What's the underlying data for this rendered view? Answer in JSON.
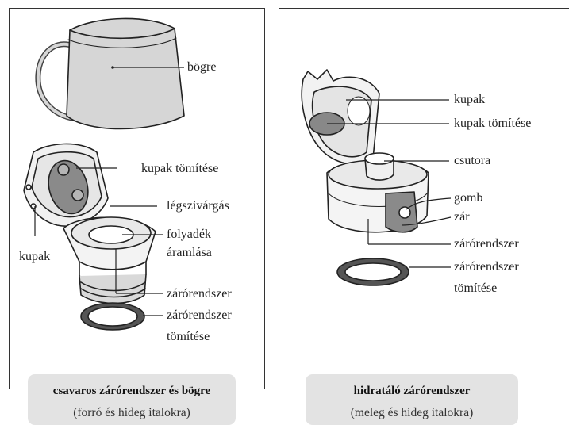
{
  "left_panel": {
    "labels": {
      "mug": "bögre",
      "cap_seal": "kupak tömítése",
      "air_leak": "légszivárgás",
      "flow_line1": "folyadék",
      "flow_line2": "áramlása",
      "cap": "kupak",
      "closure": "zárórendszer",
      "closure_seal_line1": "zárórendszer",
      "closure_seal_line2": "tömítése"
    },
    "caption_title": "csavaros zárórendszer és bögre",
    "caption_sub": "(forró és hideg italokra)"
  },
  "right_panel": {
    "labels": {
      "cap": "kupak",
      "cap_seal": "kupak tömítése",
      "spout": "csutora",
      "button": "gomb",
      "lock": "zár",
      "closure": "zárórendszer",
      "closure_seal_line1": "zárórendszer",
      "closure_seal_line2": "tömítése"
    },
    "caption_title": "hidratáló zárórendszer",
    "caption_sub": "(meleg és hideg italokra)"
  }
}
